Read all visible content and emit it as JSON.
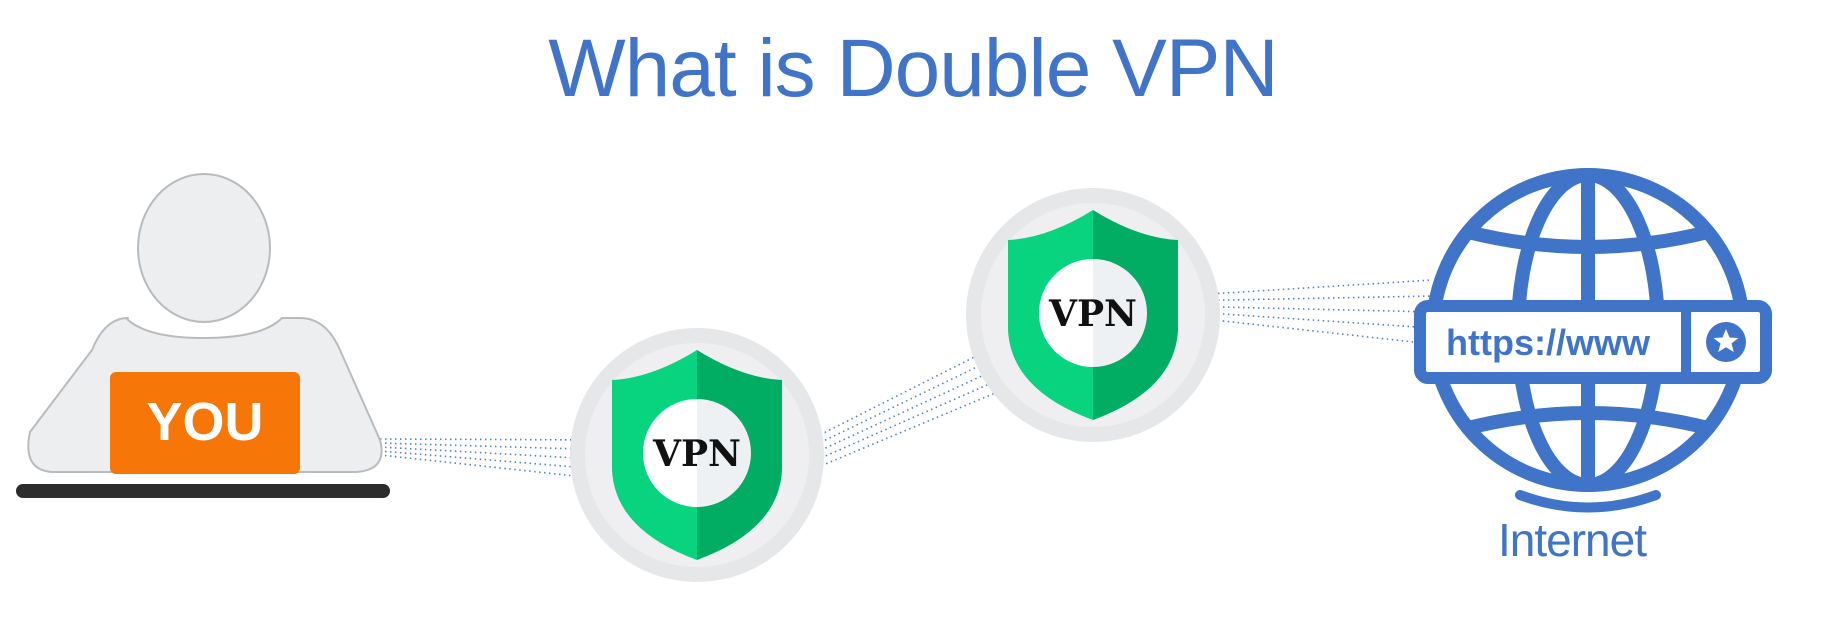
{
  "title": "What is Double VPN",
  "user": {
    "label": "YOU"
  },
  "servers": [
    {
      "label": "VPN"
    },
    {
      "label": "VPN"
    }
  ],
  "internet": {
    "url_text": "https://www",
    "caption": "Internet"
  },
  "colors": {
    "title": "#3f74c8",
    "globe": "#3f74c8",
    "user_body": "#eceef0",
    "user_outline": "#b9bcbf",
    "you_badge": "#f77608",
    "desk": "#2c2c2c",
    "shield_light": "#08d37f",
    "shield_dark": "#00ad62",
    "server_disc": "#e6e7e9",
    "connection_dots": "#3f74c8"
  },
  "icons": {
    "user": "person-silhouette-icon",
    "server": "vpn-shield-icon",
    "internet": "globe-icon",
    "favorite": "star-icon"
  }
}
